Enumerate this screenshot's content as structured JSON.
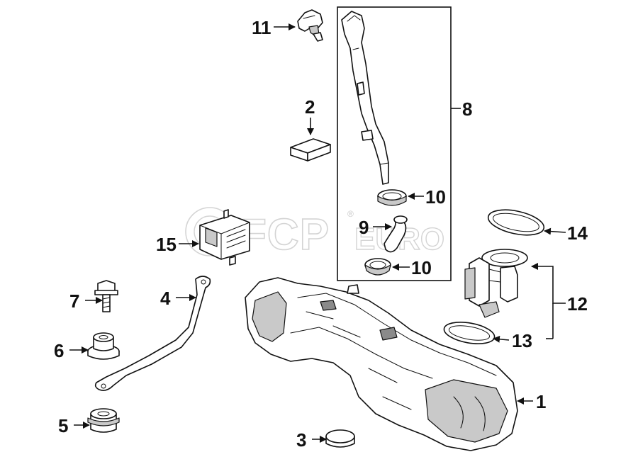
{
  "watermark": {
    "brand": "FCP",
    "suffix": "EURO",
    "registered": "®"
  },
  "callouts": {
    "c1": "1",
    "c2": "2",
    "c3": "3",
    "c4": "4",
    "c5": "5",
    "c6": "6",
    "c7": "7",
    "c8": "8",
    "c9": "9",
    "c10a": "10",
    "c10b": "10",
    "c11": "11",
    "c12": "12",
    "c13": "13",
    "c14": "14",
    "c15": "15"
  }
}
